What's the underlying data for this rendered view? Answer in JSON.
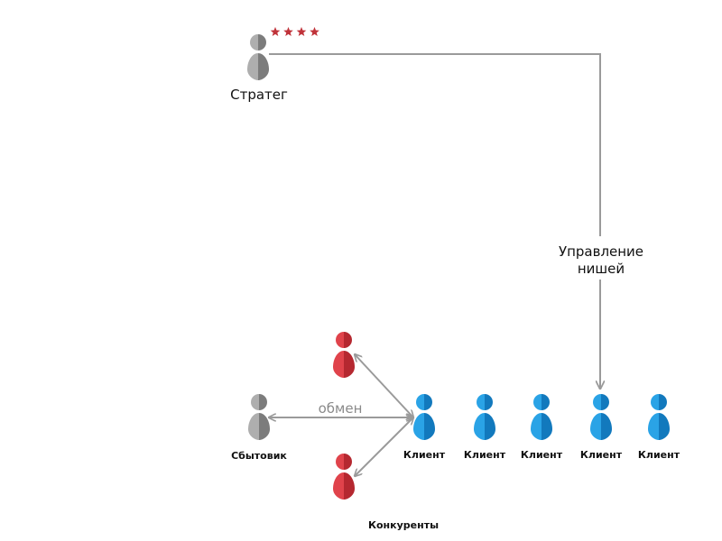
{
  "strategist": {
    "label": "Стратег",
    "rating": 4,
    "rating_color": "#c0333a",
    "color": "gray"
  },
  "edge_manage": {
    "line1": "Управление",
    "line2": "нишей"
  },
  "seller": {
    "label": "Сбытовик",
    "color": "gray"
  },
  "edge_exchange": {
    "label": "обмен"
  },
  "competitors": {
    "label": "Конкуренты",
    "color": "red"
  },
  "clients": [
    {
      "label": "Клиент"
    },
    {
      "label": "Клиент"
    },
    {
      "label": "Клиент"
    },
    {
      "label": "Клиент"
    },
    {
      "label": "Клиент"
    }
  ],
  "palette": {
    "gray": {
      "light": "#aeaeae",
      "dark": "#7c7c7c"
    },
    "red": {
      "light": "#e0434b",
      "dark": "#b52830"
    },
    "blue": {
      "light": "#2aa3e6",
      "dark": "#1279bd"
    },
    "line": "#9a9a9a"
  }
}
